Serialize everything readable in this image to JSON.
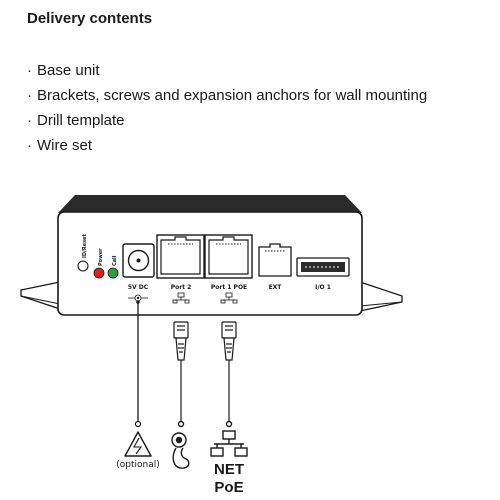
{
  "heading": "Delivery contents",
  "items": [
    {
      "bullet": "·",
      "text": "Base unit"
    },
    {
      "bullet": "·",
      "text": "Brackets, screws and expansion anchors for wall mounting"
    },
    {
      "bullet": "·",
      "text": "Drill template"
    },
    {
      "bullet": "·",
      "text": "Wire set"
    }
  ],
  "device": {
    "button_label": "ID/Reset",
    "led_power_label": "Power",
    "led_call_label": "Call",
    "ports": [
      {
        "id": "5v-dc",
        "label": "5V DC"
      },
      {
        "id": "port-2",
        "label": "Port 2"
      },
      {
        "id": "port-1-poe",
        "label": "Port 1 POE"
      },
      {
        "id": "ext",
        "label": "EXT"
      },
      {
        "id": "io-1",
        "label": "I/O 1"
      }
    ]
  },
  "connections": {
    "power_caption": "(optional)",
    "net_label": "NET",
    "poe_label": "PoE"
  },
  "colors": {
    "text": "#1a1a1a",
    "device_body": "#ffffff",
    "device_top": "#2b2b2b",
    "led_power": "#d9241c",
    "led_call": "#2e9e3f"
  }
}
